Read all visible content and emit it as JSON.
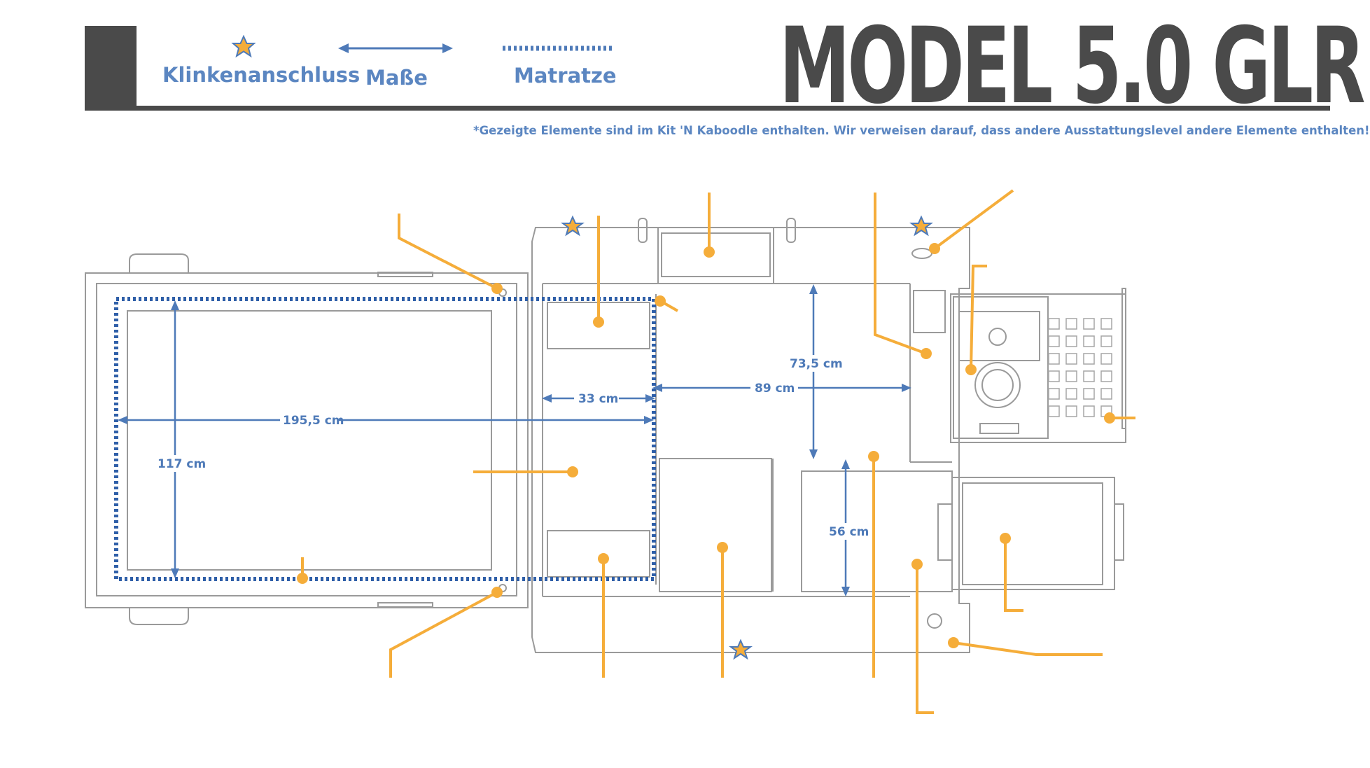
{
  "title": "MODEL 5.0 GLR",
  "legend": {
    "star_label": "Klinkenanschluss",
    "dimension_label": "Maße",
    "mattress_label": "Matratze"
  },
  "note": "*Gezeigte Elemente sind im Kit 'N Kaboodle enthalten. Wir verweisen darauf, dass andere Ausstattungslevel andere Elemente enthalten!",
  "dimensions": {
    "bed_length": "195,5 cm",
    "bed_width": "117 cm",
    "shelf_depth": "33 cm",
    "floor_width": "89 cm",
    "floor_depth": "73,5 cm",
    "cooler_depth": "56 cm"
  },
  "colors": {
    "accent_blue": "#4e7ab8",
    "callout_orange": "#f5ad3a",
    "header_gray": "#4a4a4a",
    "line_gray": "#9a9a9a"
  },
  "icons": [
    "star-icon",
    "double-arrow-icon",
    "dotted-line-icon"
  ]
}
